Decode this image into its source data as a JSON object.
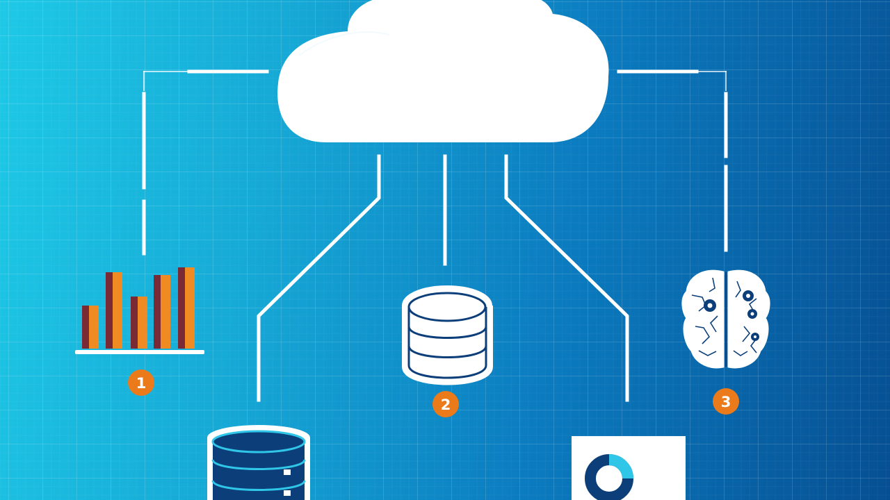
{
  "steps": [
    {
      "label": "1"
    },
    {
      "label": "2"
    },
    {
      "label": "3"
    }
  ],
  "icons": {
    "cloud": "cloud-icon",
    "bar_chart": "bar-chart-icon",
    "database": "database-icon",
    "brain": "brain-gears-icon",
    "server": "server-stack-icon",
    "report": "donut-report-icon"
  },
  "colors": {
    "background_start": "#1ec9e6",
    "background_end": "#064f92",
    "connector": "#ffffff",
    "badge": "#ea7a1a",
    "bar_orange": "#f08a22",
    "bar_dark": "#7a2a35",
    "navy": "#0c3f7a",
    "accent_cyan": "#2fc6e8"
  }
}
